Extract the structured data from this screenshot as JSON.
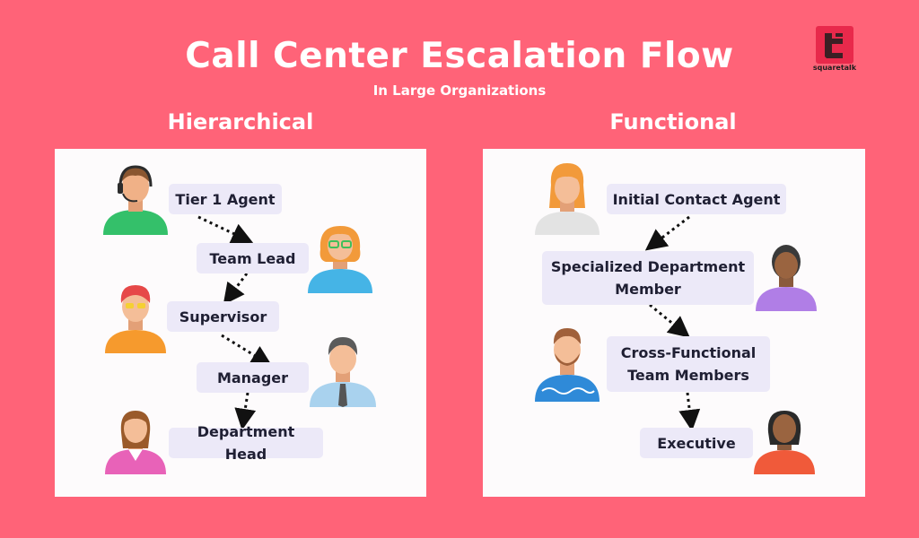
{
  "header": {
    "title": "Call Center Escalation Flow",
    "subtitle": "In Large Organizations"
  },
  "logo": {
    "text": "squaretalk",
    "mark_color": "#e8294b"
  },
  "colors": {
    "background": "#ff6378",
    "panel": "#fdfbfc",
    "box": "#ece9f8"
  },
  "hierarchical": {
    "title": "Hierarchical",
    "steps": [
      "Tier 1 Agent",
      "Team Lead",
      "Supervisor",
      "Manager",
      "Department Head"
    ]
  },
  "functional": {
    "title": "Functional",
    "steps": [
      "Initial Contact Agent",
      "Specialized Department Member",
      "Cross-Functional Team Members",
      "Executive"
    ]
  }
}
